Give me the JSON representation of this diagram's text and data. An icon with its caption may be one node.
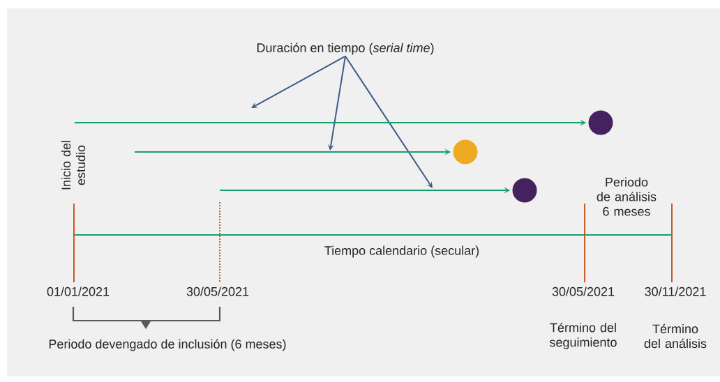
{
  "diagram": {
    "nodes": [
      {
        "text": [
          "Duración en tiempo (*serial time*)"
        ]
      },
      {
        "text": [],
        "shape": "circle"
      },
      {
        "text": [],
        "shape": "circle"
      },
      {
        "text": [],
        "shape": "circle"
      }
    ],
    "edges": [
      {
        "from": 0,
        "to": null,
        "arrow": "to",
        "color": "#3d5a8a"
      },
      {
        "from": 0,
        "to": null,
        "arrow": "to",
        "color": "#3d5a8a"
      },
      {
        "from": 0,
        "to": null,
        "arrow": "to",
        "color": "#3d5a8a"
      },
      {
        "from": null,
        "to": 1,
        "arrow": "to",
        "color": "#14a06c"
      },
      {
        "from": null,
        "to": 2,
        "arrow": "to",
        "color": "#14a06c"
      },
      {
        "from": null,
        "to": 3,
        "arrow": "to",
        "color": "#14a06c"
      }
    ],
    "labels": [
      "Inicio del estudio",
      "Periodo de análisis 6 meses",
      "Tiempo calendario (secular)",
      "01/01/2021",
      "30/05/2021",
      "30/05/2021",
      "30/11/2021",
      "Término del seguimiento",
      "Término del análisis",
      "Periodo devengado de inclusión (6 meses)"
    ]
  }
}
